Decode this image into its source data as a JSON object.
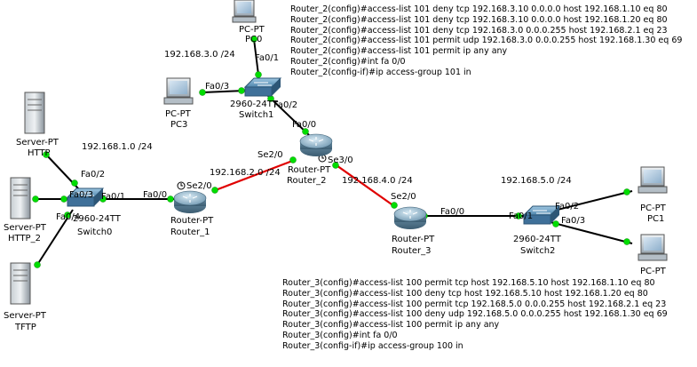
{
  "colors": {
    "cable": "#000000",
    "cable_red": "#e00000",
    "link_up": "#00dd00",
    "link_down": "#e00000"
  },
  "devices": {
    "pc0": {
      "type": "PC-PT",
      "name": "PC0",
      "icon": "pc-icon"
    },
    "pc3": {
      "type": "PC-PT",
      "name": "PC3",
      "icon": "pc-icon"
    },
    "switch1": {
      "type": "2960-24TT",
      "name": "Switch1",
      "icon": "switch-icon"
    },
    "router2": {
      "type": "Router-PT",
      "name": "Router_2",
      "icon": "router-icon"
    },
    "router1": {
      "type": "Router-PT",
      "name": "Router_1",
      "icon": "router-icon"
    },
    "router3": {
      "type": "Router-PT",
      "name": "Router_3",
      "icon": "router-icon"
    },
    "switch0": {
      "type": "2960-24TT",
      "name": "Switch0",
      "icon": "switch-icon"
    },
    "switch2": {
      "type": "2960-24TT",
      "name": "Switch2",
      "icon": "switch-icon"
    },
    "server_http": {
      "type": "Server-PT",
      "name": "HTTP",
      "icon": "server-icon"
    },
    "server_http2": {
      "type": "Server-PT",
      "name": "HTTP_2",
      "icon": "server-icon"
    },
    "server_tftp": {
      "type": "Server-PT",
      "name": "TFTP",
      "icon": "server-icon"
    },
    "pc1": {
      "type": "PC-PT",
      "name": "PC1",
      "icon": "pc-icon"
    },
    "pc2": {
      "type": "PC-PT",
      "name": "",
      "icon": "pc-icon"
    }
  },
  "ports": {
    "pc0_fa01": "Fa0/1",
    "sw1_fa03": "Fa0/3",
    "sw1_fa02": "Fa0/2",
    "r2_fa00": "Fa0/0",
    "r2_se20": "Se2/0",
    "r2_se30": "Se3/0",
    "r1_se20": "Se2/0",
    "r1_fa00": "Fa0/0",
    "sw0_fa01": "Fa0/1",
    "sw0_fa02": "Fa0/2",
    "sw0_fa03": "Fa0/3",
    "sw0_fa04": "Fa0/4",
    "r3_se20": "Se2/0",
    "r3_fa00": "Fa0/0",
    "sw2_fa01": "Fa0/1",
    "sw2_fa02": "Fa0/2",
    "sw2_fa03": "Fa0/3"
  },
  "networks": {
    "net3": "192.168.3.0 /24",
    "net1": "192.168.1.0 /24",
    "net2": "192.168.2.0 /24",
    "net4": "192.168.4.0 /24",
    "net5": "192.168.5.0 /24"
  },
  "router2_config": [
    "Router_2(config)#access-list 101 deny tcp 192.168.3.10 0.0.0.0 host 192.168.1.10 eq 80",
    "Router_2(config)#access-list 101 deny tcp 192.168.3.10 0.0.0.0 host 192.168.1.20 eq 80",
    "Router_2(config)#access-list 101 deny tcp 192.168.3.0 0.0.0.255 host 192.168.2.1 eq 23",
    "Router_2(config)#access-list 101 permit udp 192.168.3.0 0.0.0.255 host 192.168.1.30 eq 69",
    "Router_2(config)#access-list 101 permit ip any any",
    "Router_2(config)#int fa 0/0",
    "Router_2(config-if)#ip access-group 101 in"
  ],
  "router3_config": [
    "Router_3(config)#access-list 100 permit tcp host 192.168.5.10 host 192.168.1.10 eq 80",
    "Router_3(config)#access-list 100 deny tcp host 192.168.5.10 host 192.168.1.20 eq 80",
    "Router_3(config)#access-list 100 permit tcp 192.168.5.0 0.0.0.255 host 192.168.2.1 eq 23",
    "Router_3(config)#access-list 100 deny udp 192.168.5.0 0.0.0.255 host 192.168.1.30 eq 69",
    "Router_3(config)#access-list 100 permit ip any any",
    "Router_3(config)#int fa 0/0",
    "Router_3(config-if)#ip access-group 100 in"
  ]
}
